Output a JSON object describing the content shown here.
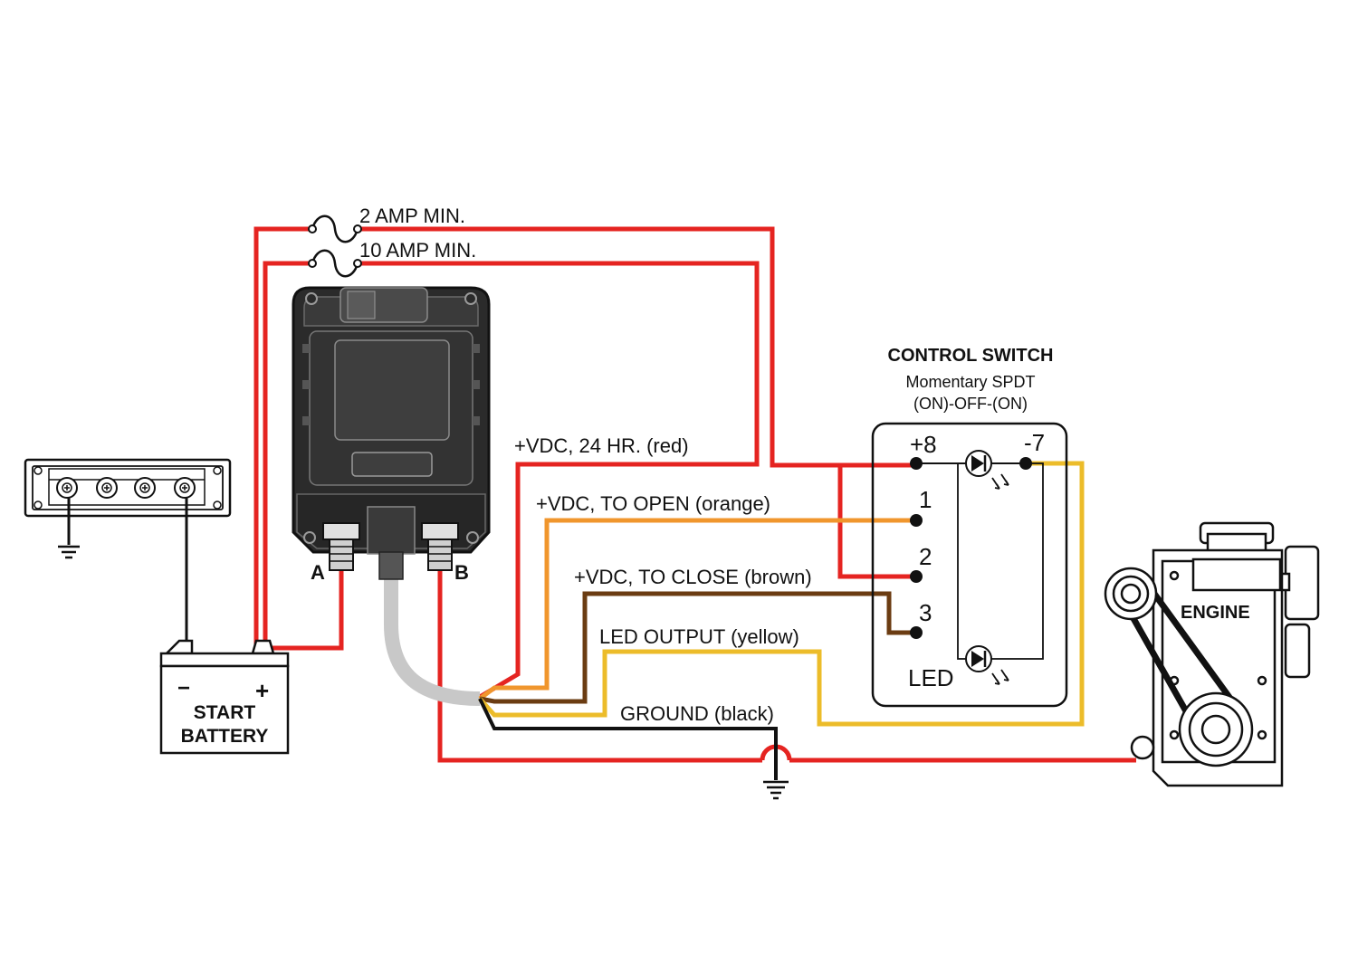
{
  "colors": {
    "red": "#e52421",
    "orange": "#f0962d",
    "brown": "#6b3c12",
    "yellow": "#ecbc2a",
    "black": "#111111",
    "gray_cable": "#c8c8c8",
    "device_dark": "#2b2b2b",
    "device_mid": "#5a5a5a",
    "device_light": "#9a9a9a"
  },
  "fuses": {
    "top_label": "2 AMP MIN.",
    "bottom_label": "10 AMP MIN."
  },
  "wires": {
    "vdc_24hr": "+VDC, 24 HR. (red)",
    "to_open": "+VDC, TO OPEN (orange)",
    "to_close": "+VDC, TO CLOSE (brown)",
    "led_output": "LED OUTPUT (yellow)",
    "ground": "GROUND (black)"
  },
  "relay": {
    "terminal_a": "A",
    "terminal_b": "B"
  },
  "control_switch": {
    "title": "CONTROL SWITCH",
    "type": "Momentary SPDT",
    "mode": "(ON)-OFF-(ON)",
    "pin_plus8": "+8",
    "pin_minus7": "-7",
    "pin_1": "1",
    "pin_2": "2",
    "pin_3": "3",
    "led_label": "LED"
  },
  "battery": {
    "line1": "START",
    "line2": "BATTERY",
    "minus_symbol": "−",
    "plus_symbol": "+"
  },
  "engine": {
    "label": "ENGINE"
  }
}
